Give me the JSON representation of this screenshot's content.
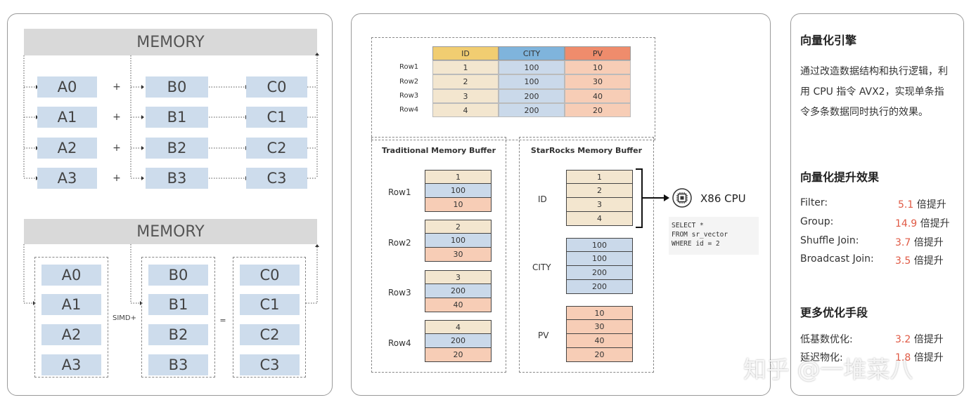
{
  "left": {
    "top_memory": "MEMORY",
    "bottom_memory": "MEMORY",
    "a_cells": [
      "A0",
      "A1",
      "A2",
      "A3"
    ],
    "b_cells": [
      "B0",
      "B1",
      "B2",
      "B3"
    ],
    "c_cells": [
      "C0",
      "C1",
      "C2",
      "C3"
    ],
    "plus": "+",
    "simd_label": "SIMD+",
    "equals": "="
  },
  "middle": {
    "table": {
      "headers": [
        "ID",
        "CITY",
        "PV"
      ],
      "rows": [
        {
          "label": "Row1",
          "id": "1",
          "city": "100",
          "pv": "10"
        },
        {
          "label": "Row2",
          "id": "2",
          "city": "100",
          "pv": "30"
        },
        {
          "label": "Row3",
          "id": "3",
          "city": "200",
          "pv": "40"
        },
        {
          "label": "Row4",
          "id": "4",
          "city": "200",
          "pv": "20"
        }
      ]
    },
    "traditional_title": "Traditional Memory Buffer",
    "starrocks_title": "StarRocks Memory Buffer",
    "col_labels": [
      "ID",
      "CITY",
      "PV"
    ],
    "id_values": [
      "1",
      "2",
      "3",
      "4"
    ],
    "city_values": [
      "100",
      "100",
      "200",
      "200"
    ],
    "pv_values": [
      "10",
      "30",
      "40",
      "20"
    ],
    "cpu_label": "X86 CPU",
    "sql": [
      "SELECT *",
      "FROM sr_vector",
      "WHERE id = 2"
    ]
  },
  "right": {
    "section1_title": "向量化引擎",
    "section1_text": "通过改造数据结构和执行逻辑，利用 CPU 指令 AVX2，实现单条指令多条数据同时执行的效果。",
    "section2_title": "向量化提升效果",
    "metrics": [
      {
        "label": "Filter:",
        "value": "5.1",
        "suffix": "倍提升"
      },
      {
        "label": "Group:",
        "value": "14.9",
        "suffix": "倍提升"
      },
      {
        "label": "Shuffle Join:",
        "value": "3.7",
        "suffix": "倍提升"
      },
      {
        "label": "Broadcast Join:",
        "value": "3.5",
        "suffix": "倍提升"
      }
    ],
    "section3_title": "更多优化手段",
    "opt_metrics": [
      {
        "label": "低基数优化:",
        "value": "3.2",
        "suffix": "倍提升"
      },
      {
        "label": "延迟物化:",
        "value": "1.8",
        "suffix": "倍提升"
      }
    ],
    "watermark": "知乎 @一堆菜八"
  }
}
